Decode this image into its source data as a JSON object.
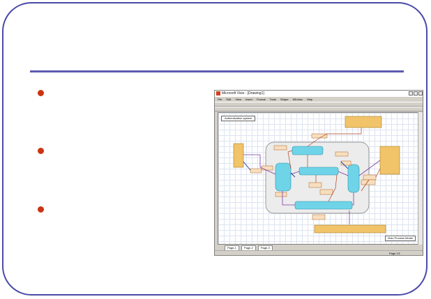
{
  "slide": {
    "bullets": [
      "",
      "",
      ""
    ]
  },
  "screenshot": {
    "window_title": "Microsoft Visio - [Drawing1]",
    "menu": [
      "File",
      "Edit",
      "View",
      "Insert",
      "Format",
      "Tools",
      "Shape",
      "Window",
      "Help"
    ],
    "diagram_title": "Authentication system",
    "legend": "Visio Process Model",
    "tabs": [
      "Page-1",
      "Page-2",
      "Page-3"
    ],
    "status": "Page 1/1",
    "colors": {
      "process": "#6fd4e8",
      "external": "#f2c46a",
      "data": "#f6dfc0",
      "boundary": "#e6e6e6"
    }
  }
}
